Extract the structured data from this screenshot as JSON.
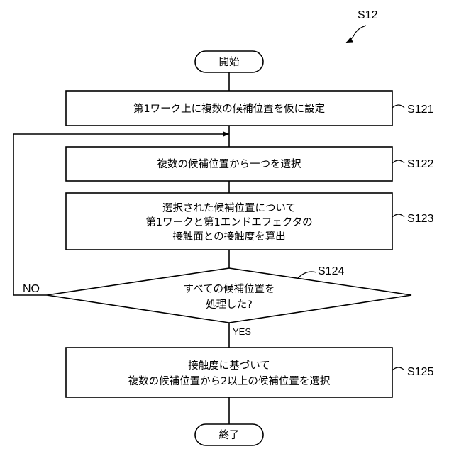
{
  "diagram_label": "S12",
  "terminals": {
    "start": "開始",
    "end": "終了"
  },
  "steps": [
    {
      "id": "S121",
      "lines": [
        "第1ワーク上に複数の候補位置を仮に設定"
      ]
    },
    {
      "id": "S122",
      "lines": [
        "複数の候補位置から一つを選択"
      ]
    },
    {
      "id": "S123",
      "lines": [
        "選択された候補位置について",
        "第1ワークと第1エンドエフェクタの",
        "接触面との接触度を算出"
      ]
    },
    {
      "id": "S125",
      "lines": [
        "接触度に基づいて",
        "複数の候補位置から2以上の候補位置を選択"
      ]
    }
  ],
  "decision": {
    "id": "S124",
    "lines": [
      "すべての候補位置を",
      "処理した?"
    ],
    "yes_label": "YES",
    "no_label": "NO"
  }
}
